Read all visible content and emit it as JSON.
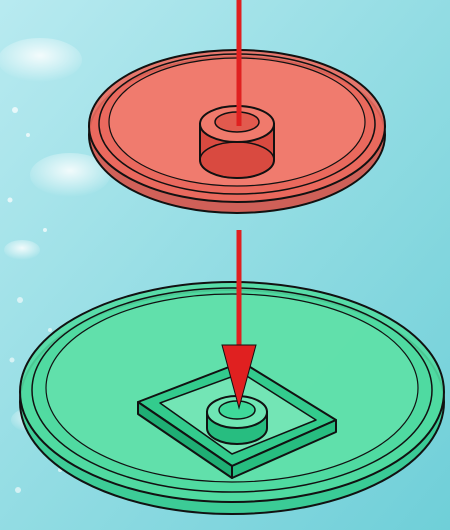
{
  "diagram": {
    "parts": [
      {
        "role": "top-part",
        "shape": "round-plate-with-center-stud",
        "color": "#e85a50"
      },
      {
        "role": "bottom-part",
        "shape": "round-plate-with-square-tile-and-stud",
        "color": "#3fd99a"
      }
    ],
    "arrows": [
      {
        "direction": "down",
        "color": "#e02020"
      },
      {
        "direction": "down",
        "color": "#e02020"
      }
    ],
    "background": {
      "colors": [
        "#7fd4dc",
        "#c8eef2"
      ],
      "style": "bubbles"
    }
  }
}
